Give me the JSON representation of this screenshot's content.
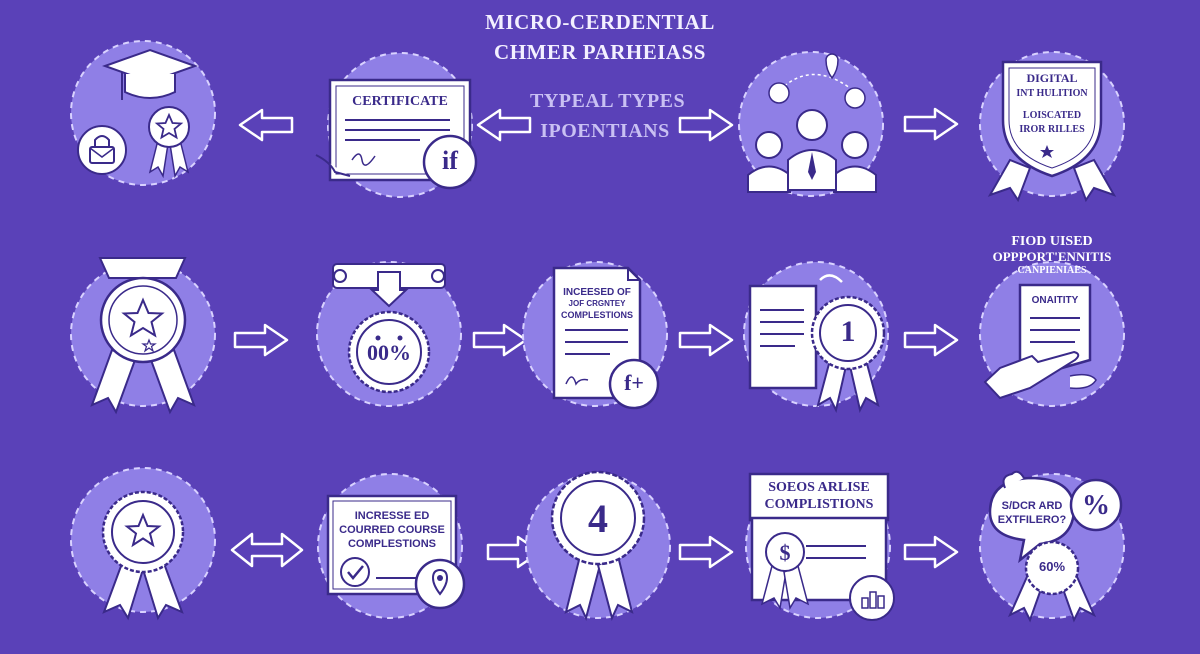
{
  "title": {
    "line1": "MICRO-CERDENTIAL",
    "line2": "CHMER PARHEIASS"
  },
  "middle_label": {
    "line1": "TYPEAL TYPES",
    "line2": "IPOENTIANS"
  },
  "row1": {
    "certificate_title": "CERTIFICATE",
    "certificate_badge": "if",
    "shield_line1": "DIGITAL",
    "shield_line2": "INT HULITION",
    "shield_line3": "LOISCATED",
    "shield_line4": "IROR RILLES"
  },
  "row2": {
    "medal_value": "00%",
    "doc_line1": "INCEESED OF",
    "doc_line2": "JOF CRGNTEY",
    "doc_line3": "COMPLESTIONS",
    "doc_badge": "f+",
    "award_number": "1",
    "opp_line1": "FIOD UISED",
    "opp_line2": "OPPPORT'ENNITIS",
    "opp_line3": "CANPIENIAES",
    "opp_doc_label": "ONAITITY"
  },
  "row3": {
    "doc_line1": "INCRESSE ED",
    "doc_line2": "COURRED COURSE",
    "doc_line3": "COMPLESTIONS",
    "award_number": "4",
    "banner_line1": "SOEOS ARLISE",
    "banner_line2": "COMPLISTIONS",
    "dollar_symbol": "$",
    "bubble_line1": "S/DCR ARD",
    "bubble_line2": "EXTFILERO?",
    "percent_symbol": "%",
    "badge_text": "60%"
  },
  "colors": {
    "background": "#5a41b8",
    "circle_fill": "#8f7fe6",
    "line": "#ffffff",
    "text_dark": "#3a2a8a"
  }
}
